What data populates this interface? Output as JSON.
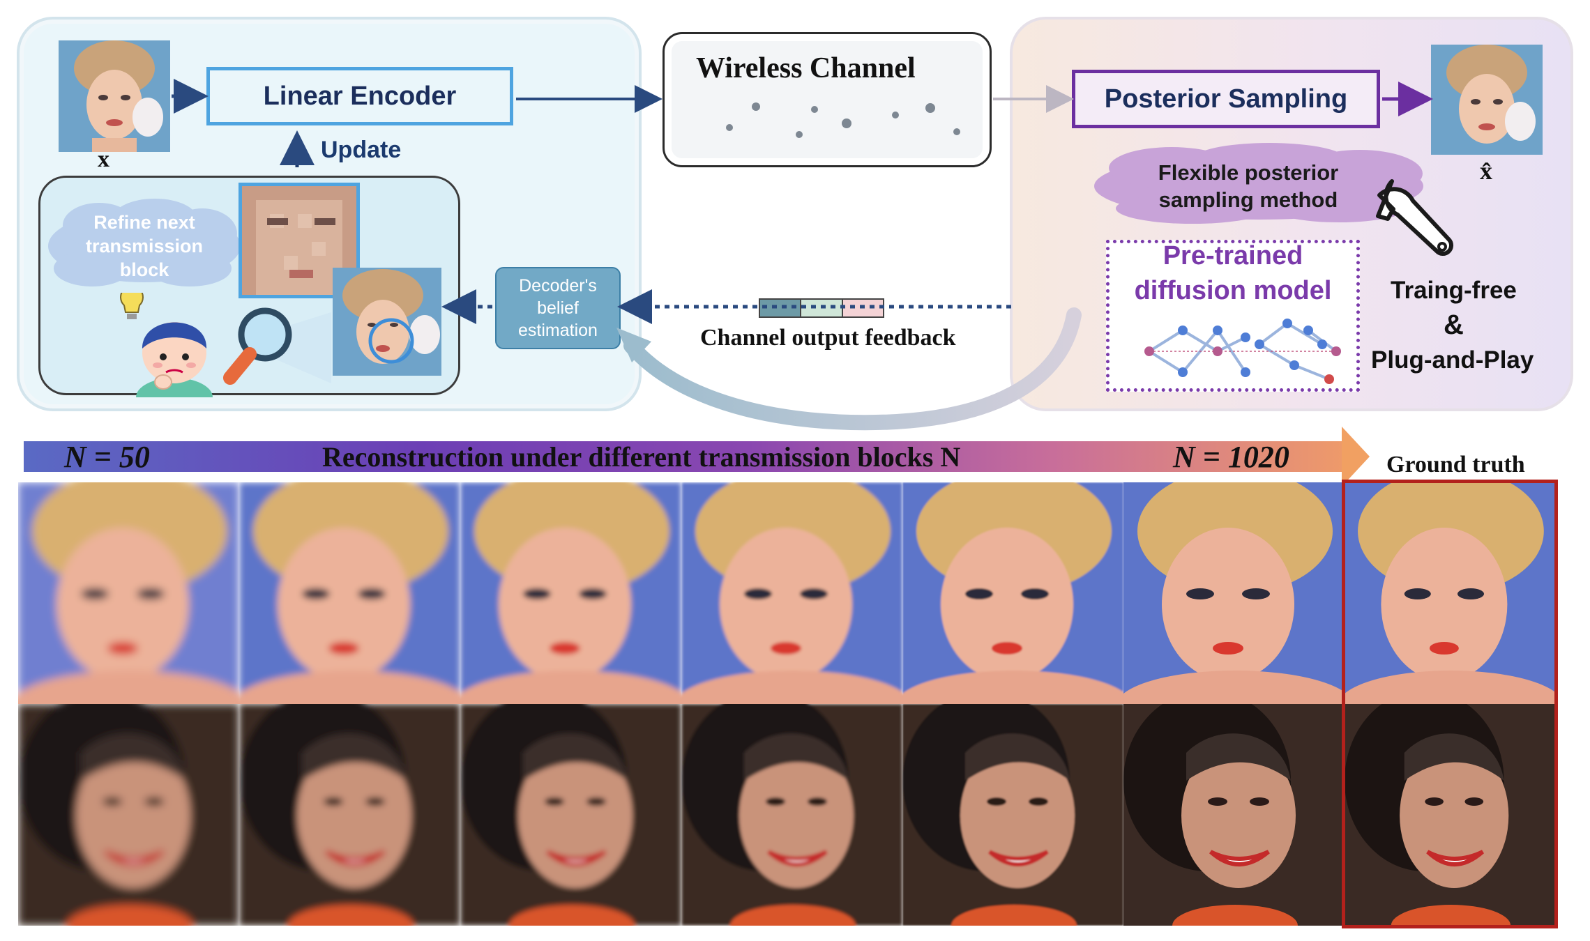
{
  "diagram": {
    "input_label": "x",
    "encoder_label": "Linear Encoder",
    "update_label": "Update",
    "refine_cloud": "Refine next transmission block",
    "channel_title": "Wireless  Channel",
    "posterior_label": "Posterior Sampling",
    "output_label": "x̂",
    "flexible_cloud": "Flexible posterior sampling method",
    "pretrained_label": "Pre-trained diffusion model",
    "training_free": "Traing-free",
    "ampersand": "&",
    "plug_and_play": "Plug-and-Play",
    "belief_box": "Decoder's belief estimation",
    "feedback_label": "Channel output feedback"
  },
  "results": {
    "n_start_label": "N = 50",
    "caption": "Reconstruction under different transmission blocks N",
    "n_end_label": "N = 1020",
    "ground_truth_label": "Ground truth",
    "columns": 7,
    "rows": 2,
    "row_tones": [
      "#c98a74",
      "#3a2a24"
    ],
    "ground_truth_border_color": "#b3211c"
  },
  "colors": {
    "encoder_border": "#4ea4e0",
    "posterior_border": "#6b2fa0",
    "pretrained_text": "#7a3aaa",
    "cloud_blue": "#b9cfec",
    "cloud_purple": "#c8a3d8"
  }
}
